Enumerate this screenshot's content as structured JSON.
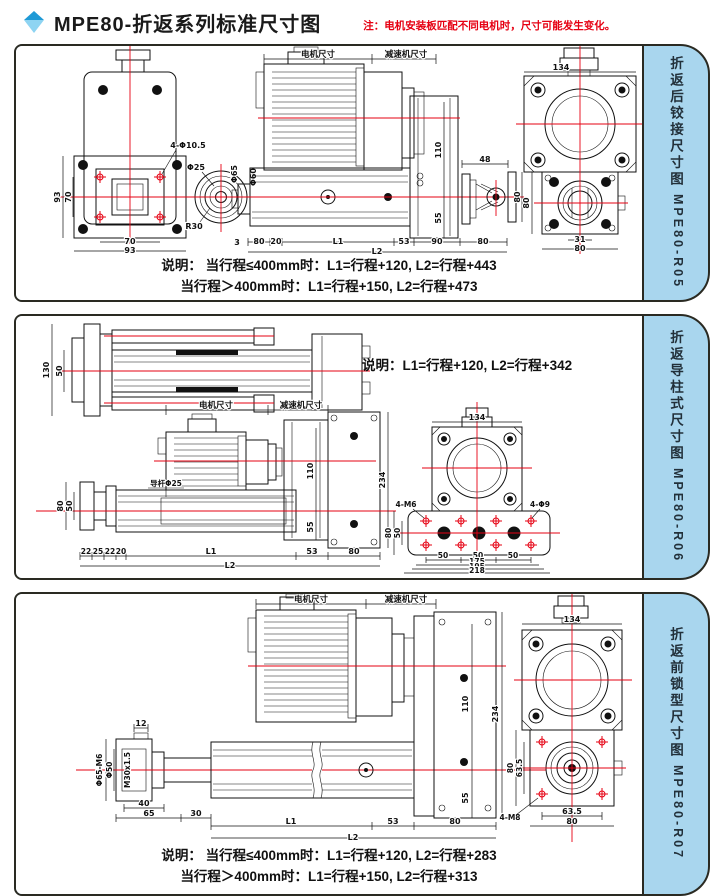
{
  "colors": {
    "panel_blue": "#a9d6ee",
    "border": "#2a2a22",
    "line_red": "#e60012",
    "ink": "#111111",
    "diamond_top": "#1f9ad6",
    "diamond_bottom": "#8ed4f2"
  },
  "header": {
    "title": "MPE80-折返系列标准尺寸图",
    "note": "注：电机安装板匹配不同电机时，尺寸可能发生变化。"
  },
  "panels": [
    {
      "tab": {
        "title": "折返后铰接尺寸图",
        "model": "MPE80-R05"
      },
      "caption": {
        "line1": "说明： 当行程≤400mm时：L1=行程+120, L2=行程+443",
        "line2": "当行程＞400mm时：L1=行程+150, L2=行程+473"
      },
      "end_left": {
        "holes": "4-Φ10.5",
        "h_outer": "93",
        "h_inner": "70",
        "w_inner": "70",
        "w_outer": "93"
      },
      "rod": {
        "d1": "Φ25",
        "d2": "Φ60",
        "r": "R30",
        "flange": "Φ65",
        "gap": "3"
      },
      "side": {
        "motor": "电机尺寸",
        "reducer": "减速机尺寸",
        "s1": "80",
        "s2": "20",
        "L1": "L1",
        "s3": "53",
        "s4": "90",
        "s5": "80",
        "L2": "L2",
        "h1": "110",
        "h2": "55",
        "w48": "48",
        "h80": "80"
      },
      "end_right": {
        "w": "134",
        "h": "80",
        "w1": "31",
        "w2": "80"
      }
    },
    {
      "tab": {
        "title": "折返导柱式尺寸图",
        "model": "MPE80-R06"
      },
      "caption": {
        "line1": "说明：L1=行程+120, L2=行程+342"
      },
      "top_view": {
        "h_outer": "130",
        "h_inner": "50"
      },
      "side": {
        "motor": "电机尺寸",
        "reducer": "减速机尺寸",
        "rod": "导杆Φ25",
        "s1": "22",
        "s2": "25",
        "s3": "22",
        "s4": "20",
        "L1": "L1",
        "s5": "53",
        "s6": "80",
        "L2": "L2",
        "h1": "110",
        "h2": "55",
        "h3": "234",
        "hl1": "80",
        "hl2": "50"
      },
      "end_right": {
        "w": "134",
        "m6": "4-M6",
        "p9": "4-Φ9",
        "h1": "80",
        "h2": "50",
        "s1": "50",
        "s2": "50",
        "s3": "50",
        "w1": "175",
        "w2": "195",
        "w3": "218"
      }
    },
    {
      "tab": {
        "title": "折返前锁型尺寸图",
        "model": "MPE80-R07"
      },
      "caption": {
        "line1": "说明： 当行程≤400mm时：L1=行程+120, L2=行程+283",
        "line2": "当行程＞400mm时：L1=行程+150, L2=行程+313"
      },
      "detail": {
        "t12": "12",
        "l1": "Φ65-M6",
        "l2": "Φ50",
        "l3": "M30x1.5",
        "b40": "40",
        "b65": "65",
        "b30": "30"
      },
      "side": {
        "motor": "电机尺寸",
        "reducer": "减速机尺寸",
        "L1": "L1",
        "L2": "L2",
        "s53": "53",
        "s80": "80",
        "h1": "110",
        "h2": "55",
        "h3": "234"
      },
      "end_right": {
        "w": "134",
        "h1": "80",
        "h2": "63.5",
        "m8": "4-M8",
        "w1": "63.5",
        "w2": "80"
      }
    }
  ]
}
